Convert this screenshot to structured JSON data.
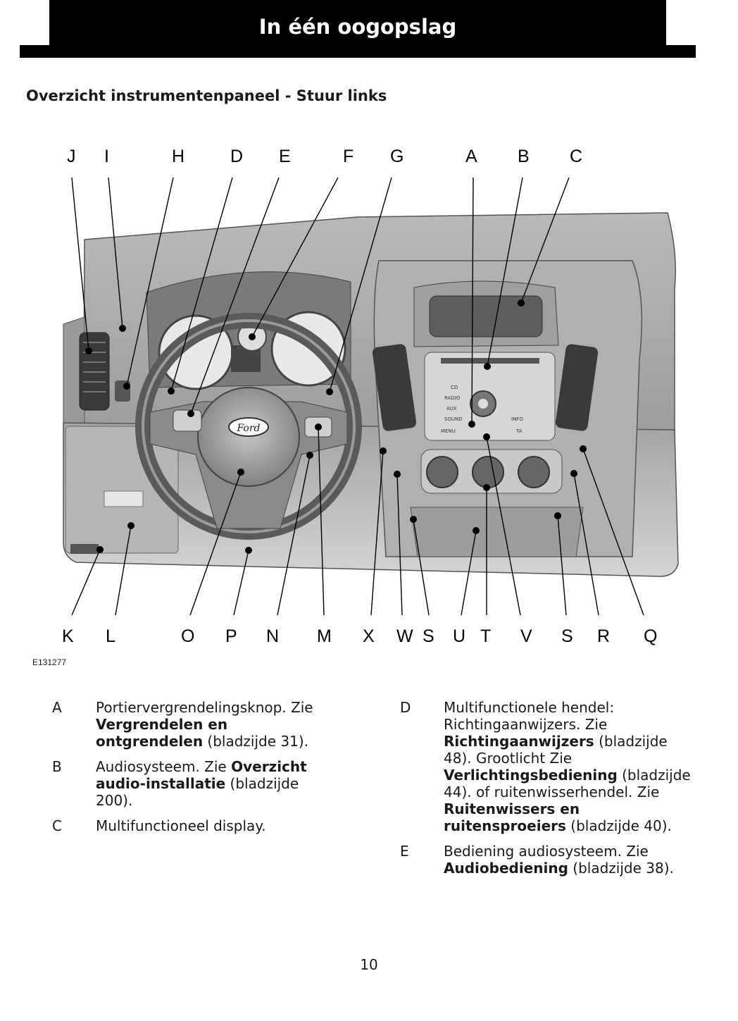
{
  "header": {
    "title": "In één oogopslag"
  },
  "section_title": "Overzicht instrumentenpaneel - Stuur links",
  "figure": {
    "image_code": "E131277",
    "steering_logo": "Ford",
    "top_labels": [
      "J",
      "I",
      "H",
      "D",
      "E",
      "F",
      "G",
      "A",
      "B",
      "C"
    ],
    "bottom_labels": [
      "K",
      "L",
      "O",
      "P",
      "N",
      "M",
      "X",
      "W",
      "S",
      "U",
      "T",
      "V",
      "S",
      "R",
      "Q"
    ],
    "radio_buttons": [
      "CD",
      "RADIO",
      "AUX",
      "SOUND",
      "MENU",
      "INFO",
      "TA"
    ]
  },
  "entries_left": [
    {
      "key": "A",
      "text": "Portiervergrendelingsknop.  Zie ",
      "bold": "Vergrendelen en ontgrendelen",
      "tail": " (bladzijde 31)."
    },
    {
      "key": "B",
      "text": "Audiosysteem.  Zie ",
      "bold": "Overzicht audio-installatie",
      "tail": " (bladzijde 200)."
    },
    {
      "key": "C",
      "text": "Multifunctioneel display.",
      "bold": "",
      "tail": ""
    }
  ],
  "entry_d": {
    "key": "D",
    "t1": "Multifunctionele hendel: Richtingaanwijzers.  Zie ",
    "b1": "Richtingaanwijzers",
    "t2": " (bladzijde 48). Grootlicht  Zie ",
    "b2": "Verlichtingsbediening",
    "t3": " (bladzijde 44).  of ruitenwisserhendel.  Zie ",
    "b3": "Ruitenwissers en ruitensproeiers",
    "t4": " (bladzijde 40)."
  },
  "entry_e": {
    "key": "E",
    "text": "Bediening audiosysteem.  Zie ",
    "bold": "Audiobediening",
    "tail": " (bladzijde 38)."
  },
  "page_number": "10"
}
